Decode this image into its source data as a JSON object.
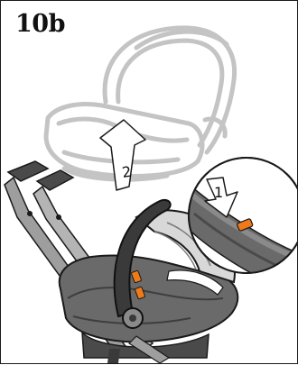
{
  "step": {
    "label": "10b"
  },
  "callouts": {
    "lift_arrow_number": "2",
    "press_arrow_number": "1"
  },
  "icons": [
    "up-arrow-icon",
    "down-arrow-icon"
  ],
  "colors": {
    "accent": "#ef7a1a",
    "ghost": "#c4c4c4",
    "seat_dark": "#5a5a5a",
    "frame_gray": "#9e9e9e"
  }
}
